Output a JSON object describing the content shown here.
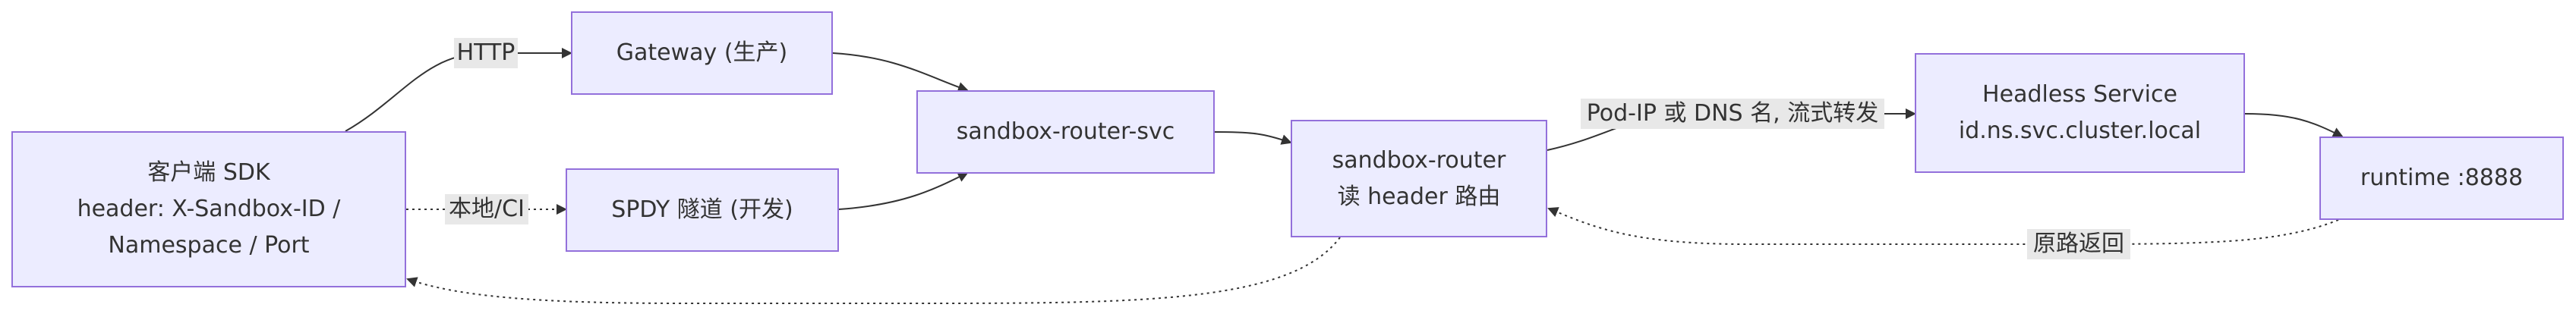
{
  "nodes": {
    "client": {
      "lines": [
        "客户端 SDK",
        "header: X-Sandbox-ID /",
        "Namespace / Port"
      ]
    },
    "gateway": {
      "lines": [
        "Gateway (生产)"
      ]
    },
    "spdy": {
      "lines": [
        "SPDY 隧道 (开发)"
      ]
    },
    "router_svc": {
      "lines": [
        "sandbox-router-svc"
      ]
    },
    "router": {
      "lines": [
        "sandbox-router",
        "读 header 路由"
      ]
    },
    "headless": {
      "lines": [
        "Headless Service",
        "id.ns.svc.cluster.local"
      ]
    },
    "runtime": {
      "lines": [
        "runtime :8888"
      ]
    }
  },
  "edges": {
    "client_gateway": "HTTP",
    "client_spdy": "本地/CI",
    "router_headless": "Pod-IP 或 DNS 名, 流式转发",
    "runtime_router": "原路返回"
  },
  "colors": {
    "node_fill": "#ECECFF",
    "node_border": "#9370DB",
    "line": "#333333",
    "label_bg": "#e8e8e8"
  }
}
